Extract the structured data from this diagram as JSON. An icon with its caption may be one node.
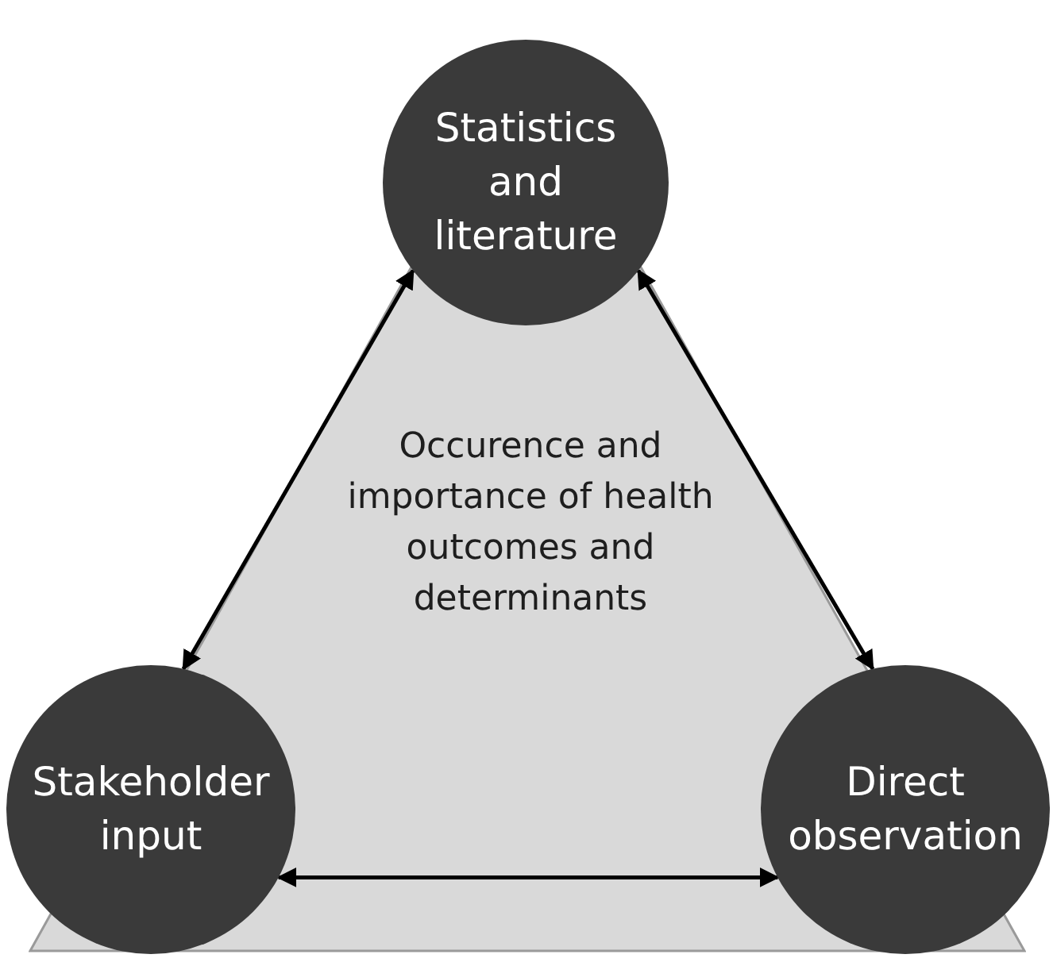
{
  "diagram": {
    "nodes": [
      {
        "text": [
          "Statistics and literature"
        ]
      },
      {
        "text": [
          "Occurence and importance of health outcomes and determinants"
        ]
      },
      {
        "text": [
          "Stakeholder input"
        ]
      },
      {
        "text": [
          "Direct observation"
        ]
      }
    ],
    "edges": [
      {
        "from": 0,
        "to": 2,
        "arrow": "both"
      },
      {
        "from": 0,
        "to": 3,
        "arrow": "both"
      },
      {
        "from": 2,
        "to": 3,
        "arrow": "both"
      }
    ]
  }
}
